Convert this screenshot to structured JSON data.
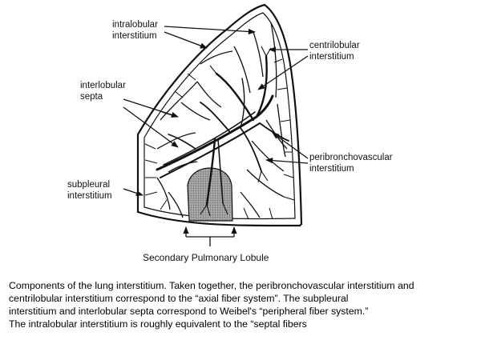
{
  "diagram": {
    "labels": {
      "intralobular_line1": "intralobular",
      "intralobular_line2": "interstitium",
      "centrilobular_line1": "centrilobular",
      "centrilobular_line2": "interstitium",
      "interlobular_line1": "interlobular",
      "interlobular_line2": "septa",
      "peribronchovascular_line1": "peribronchovascular",
      "peribronchovascular_line2": "interstitium",
      "subpleural_line1": "subpleural",
      "subpleural_line2": "interstitium",
      "lobule": "Secondary Pulmonary Lobule"
    },
    "colors": {
      "ink": "#111111",
      "lobule_fill": "#9a9a9a"
    }
  },
  "caption": {
    "lines": [
      "Components of the lung interstitium. Taken together, the peribronchovascular interstitium and",
      "centrilobular interstitium correspond to the “axial fiber system”. The subpleural",
      "interstitium and interlobular septa correspond to Weibel's “peripheral fiber system.”",
      "The intralobular interstitium is roughly equivalent to the “septal fibers"
    ]
  }
}
